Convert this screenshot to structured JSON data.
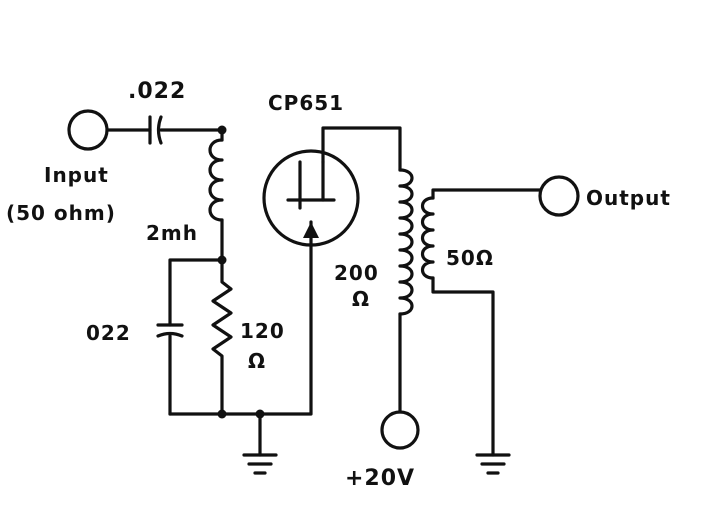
{
  "diagram": {
    "input": {
      "label": "Input",
      "impedance": "(50 ohm)"
    },
    "coupling_capacitor": {
      "value": ".022"
    },
    "choke": {
      "value": "2mh"
    },
    "transistor": {
      "part_number": "CP651"
    },
    "bypass_capacitor": {
      "value": "022"
    },
    "source_resistor": {
      "value": "120",
      "unit": "Ω"
    },
    "transformer": {
      "primary": {
        "value": "200",
        "unit": "Ω"
      },
      "secondary": {
        "value": "50Ω"
      }
    },
    "supply": {
      "label": "+20V"
    },
    "output": {
      "label": "Output"
    }
  }
}
